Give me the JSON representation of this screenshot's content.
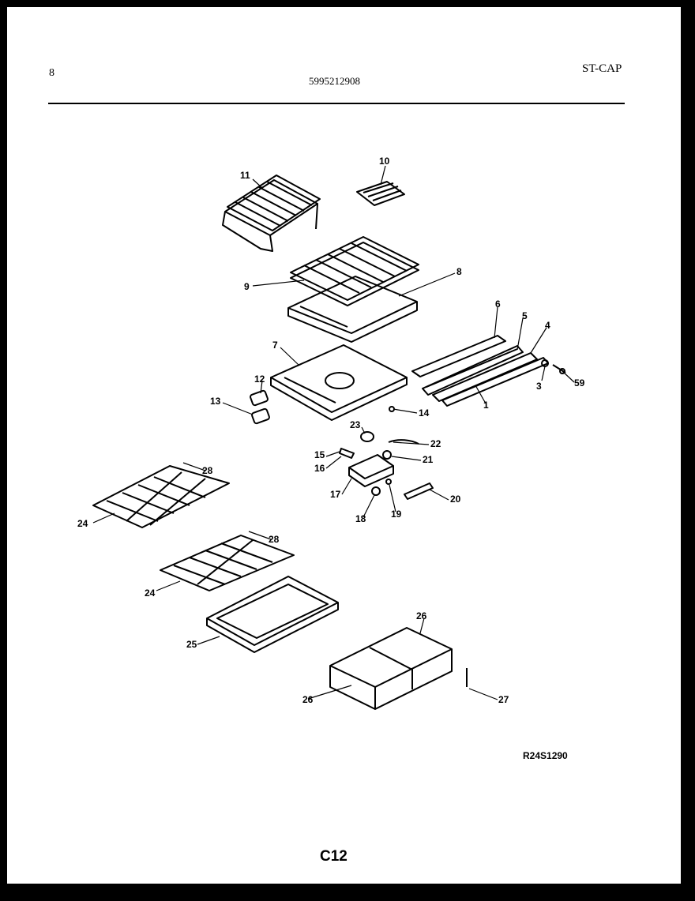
{
  "header": {
    "left": "8",
    "model_number": "5995212908",
    "right": "ST-CAP"
  },
  "diagram": {
    "callouts": [
      {
        "id": "c11",
        "label": "11"
      },
      {
        "id": "c10",
        "label": "10"
      },
      {
        "id": "c9",
        "label": "9"
      },
      {
        "id": "c8",
        "label": "8"
      },
      {
        "id": "c7",
        "label": "7"
      },
      {
        "id": "c6",
        "label": "6"
      },
      {
        "id": "c5",
        "label": "5"
      },
      {
        "id": "c4",
        "label": "4"
      },
      {
        "id": "c3",
        "label": "3"
      },
      {
        "id": "c59",
        "label": "59"
      },
      {
        "id": "c1",
        "label": "1"
      },
      {
        "id": "c12",
        "label": "12"
      },
      {
        "id": "c13",
        "label": "13"
      },
      {
        "id": "c14",
        "label": "14"
      },
      {
        "id": "c23",
        "label": "23"
      },
      {
        "id": "c22",
        "label": "22"
      },
      {
        "id": "c15",
        "label": "15"
      },
      {
        "id": "c16",
        "label": "16"
      },
      {
        "id": "c21",
        "label": "21"
      },
      {
        "id": "c17",
        "label": "17"
      },
      {
        "id": "c18",
        "label": "18"
      },
      {
        "id": "c19",
        "label": "19"
      },
      {
        "id": "c20",
        "label": "20"
      },
      {
        "id": "c28a",
        "label": "28"
      },
      {
        "id": "c24a",
        "label": "24"
      },
      {
        "id": "c28b",
        "label": "28"
      },
      {
        "id": "c24b",
        "label": "24"
      },
      {
        "id": "c25",
        "label": "25"
      },
      {
        "id": "c26a",
        "label": "26"
      },
      {
        "id": "c26b",
        "label": "26"
      },
      {
        "id": "c27",
        "label": "27"
      }
    ]
  },
  "footer": {
    "drawing_code": "R24S1290",
    "page_code": "C12"
  }
}
